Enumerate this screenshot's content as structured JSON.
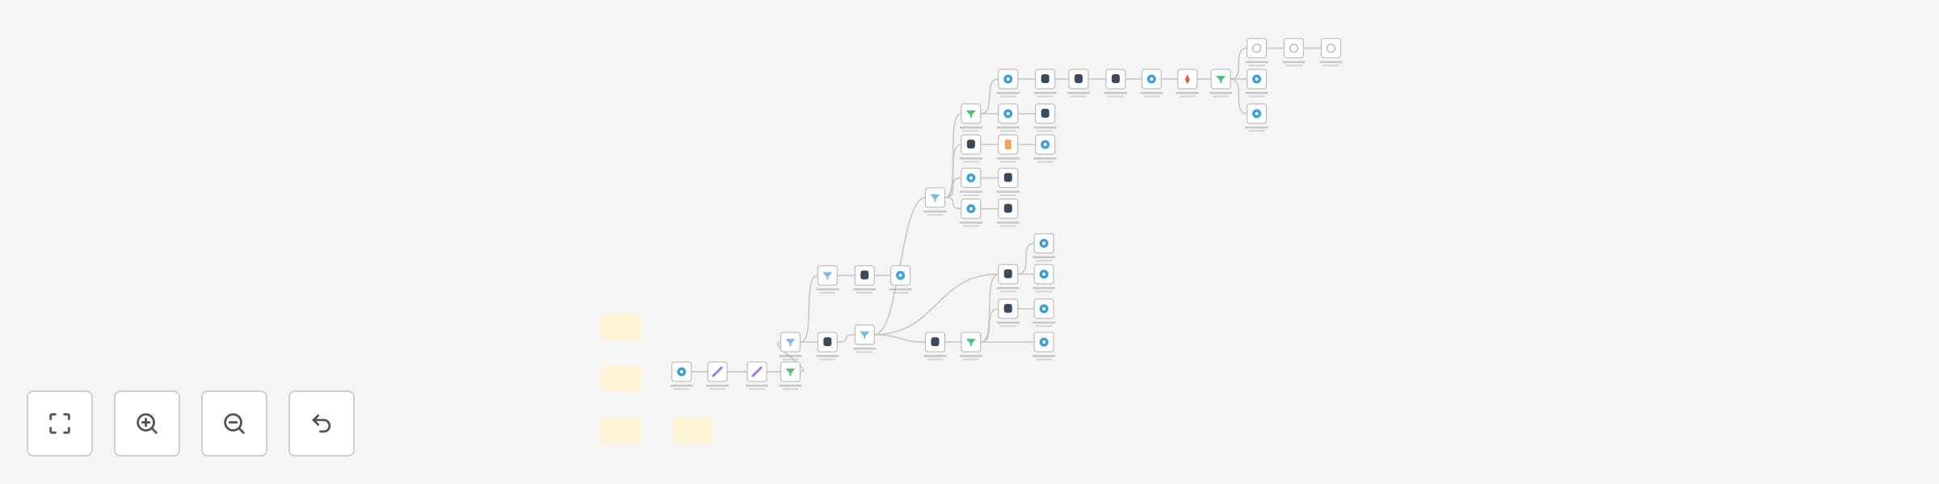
{
  "canvas": {
    "colors": {
      "background": "#f5f5f5",
      "edge": "#c8c8c8",
      "node_border": "#bdbdbd",
      "sticky": "#fff4d6"
    },
    "sticky_notes": 4,
    "nodes": [
      {
        "icon": "webhook-trigger-icon",
        "color": "#3aa0d8"
      },
      {
        "icon": "pen-icon",
        "color": "#9b7be0"
      },
      {
        "icon": "pen-icon",
        "color": "#9b7be0"
      },
      {
        "icon": "filter-icon",
        "color": "#4fbf7a"
      },
      {
        "icon": "switch-icon",
        "color": "#7bb8f0"
      },
      {
        "icon": "database-icon",
        "color": "#3b4a5a"
      },
      {
        "icon": "switch-icon",
        "color": "#7bb8f0"
      },
      {
        "icon": "switch-icon",
        "color": "#7bb8f0"
      },
      {
        "icon": "database-icon",
        "color": "#3b4a5a"
      },
      {
        "icon": "http-icon",
        "color": "#3aa0d8"
      },
      {
        "icon": "switch-icon",
        "color": "#7bb8f0"
      },
      {
        "icon": "filter-icon",
        "color": "#4fbf7a"
      },
      {
        "icon": "http-icon",
        "color": "#3aa0d8"
      },
      {
        "icon": "database-icon",
        "color": "#3b4a5a"
      },
      {
        "icon": "database-icon",
        "color": "#3b4a5a"
      },
      {
        "icon": "database-icon",
        "color": "#3b4a5a"
      },
      {
        "icon": "http-icon",
        "color": "#3aa0d8"
      },
      {
        "icon": "code-icon",
        "color": "#e8574a"
      },
      {
        "icon": "filter-icon",
        "color": "#4fbf7a"
      },
      {
        "icon": "generic-node-icon",
        "color": "#bbbbbb"
      },
      {
        "icon": "generic-node-icon",
        "color": "#bbbbbb"
      },
      {
        "icon": "generic-node-icon",
        "color": "#bbbbbb"
      },
      {
        "icon": "http-icon",
        "color": "#3aa0d8"
      },
      {
        "icon": "http-icon",
        "color": "#3aa0d8"
      },
      {
        "icon": "http-icon",
        "color": "#3aa0d8"
      },
      {
        "icon": "database-icon",
        "color": "#3b4a5a"
      },
      {
        "icon": "database-icon",
        "color": "#3b4a5a"
      },
      {
        "icon": "function-icon",
        "color": "#f5a25d"
      },
      {
        "icon": "http-icon",
        "color": "#3aa0d8"
      },
      {
        "icon": "http-icon",
        "color": "#3aa0d8"
      },
      {
        "icon": "database-icon",
        "color": "#3b4a5a"
      },
      {
        "icon": "http-icon",
        "color": "#3aa0d8"
      },
      {
        "icon": "database-icon",
        "color": "#3b4a5a"
      },
      {
        "icon": "database-icon",
        "color": "#3b4a5a"
      },
      {
        "icon": "filter-icon",
        "color": "#4fbf7a"
      },
      {
        "icon": "database-icon",
        "color": "#3b4a5a"
      },
      {
        "icon": "http-icon",
        "color": "#3aa0d8"
      },
      {
        "icon": "http-icon",
        "color": "#3aa0d8"
      },
      {
        "icon": "database-icon",
        "color": "#3b4a5a"
      },
      {
        "icon": "http-icon",
        "color": "#3aa0d8"
      },
      {
        "icon": "http-icon",
        "color": "#3aa0d8"
      }
    ]
  },
  "controls": [
    {
      "icon": "fit-view-icon",
      "action": "fit-view"
    },
    {
      "icon": "zoom-in-icon",
      "action": "zoom-in"
    },
    {
      "icon": "zoom-out-icon",
      "action": "zoom-out"
    },
    {
      "icon": "undo-icon",
      "action": "undo"
    }
  ]
}
